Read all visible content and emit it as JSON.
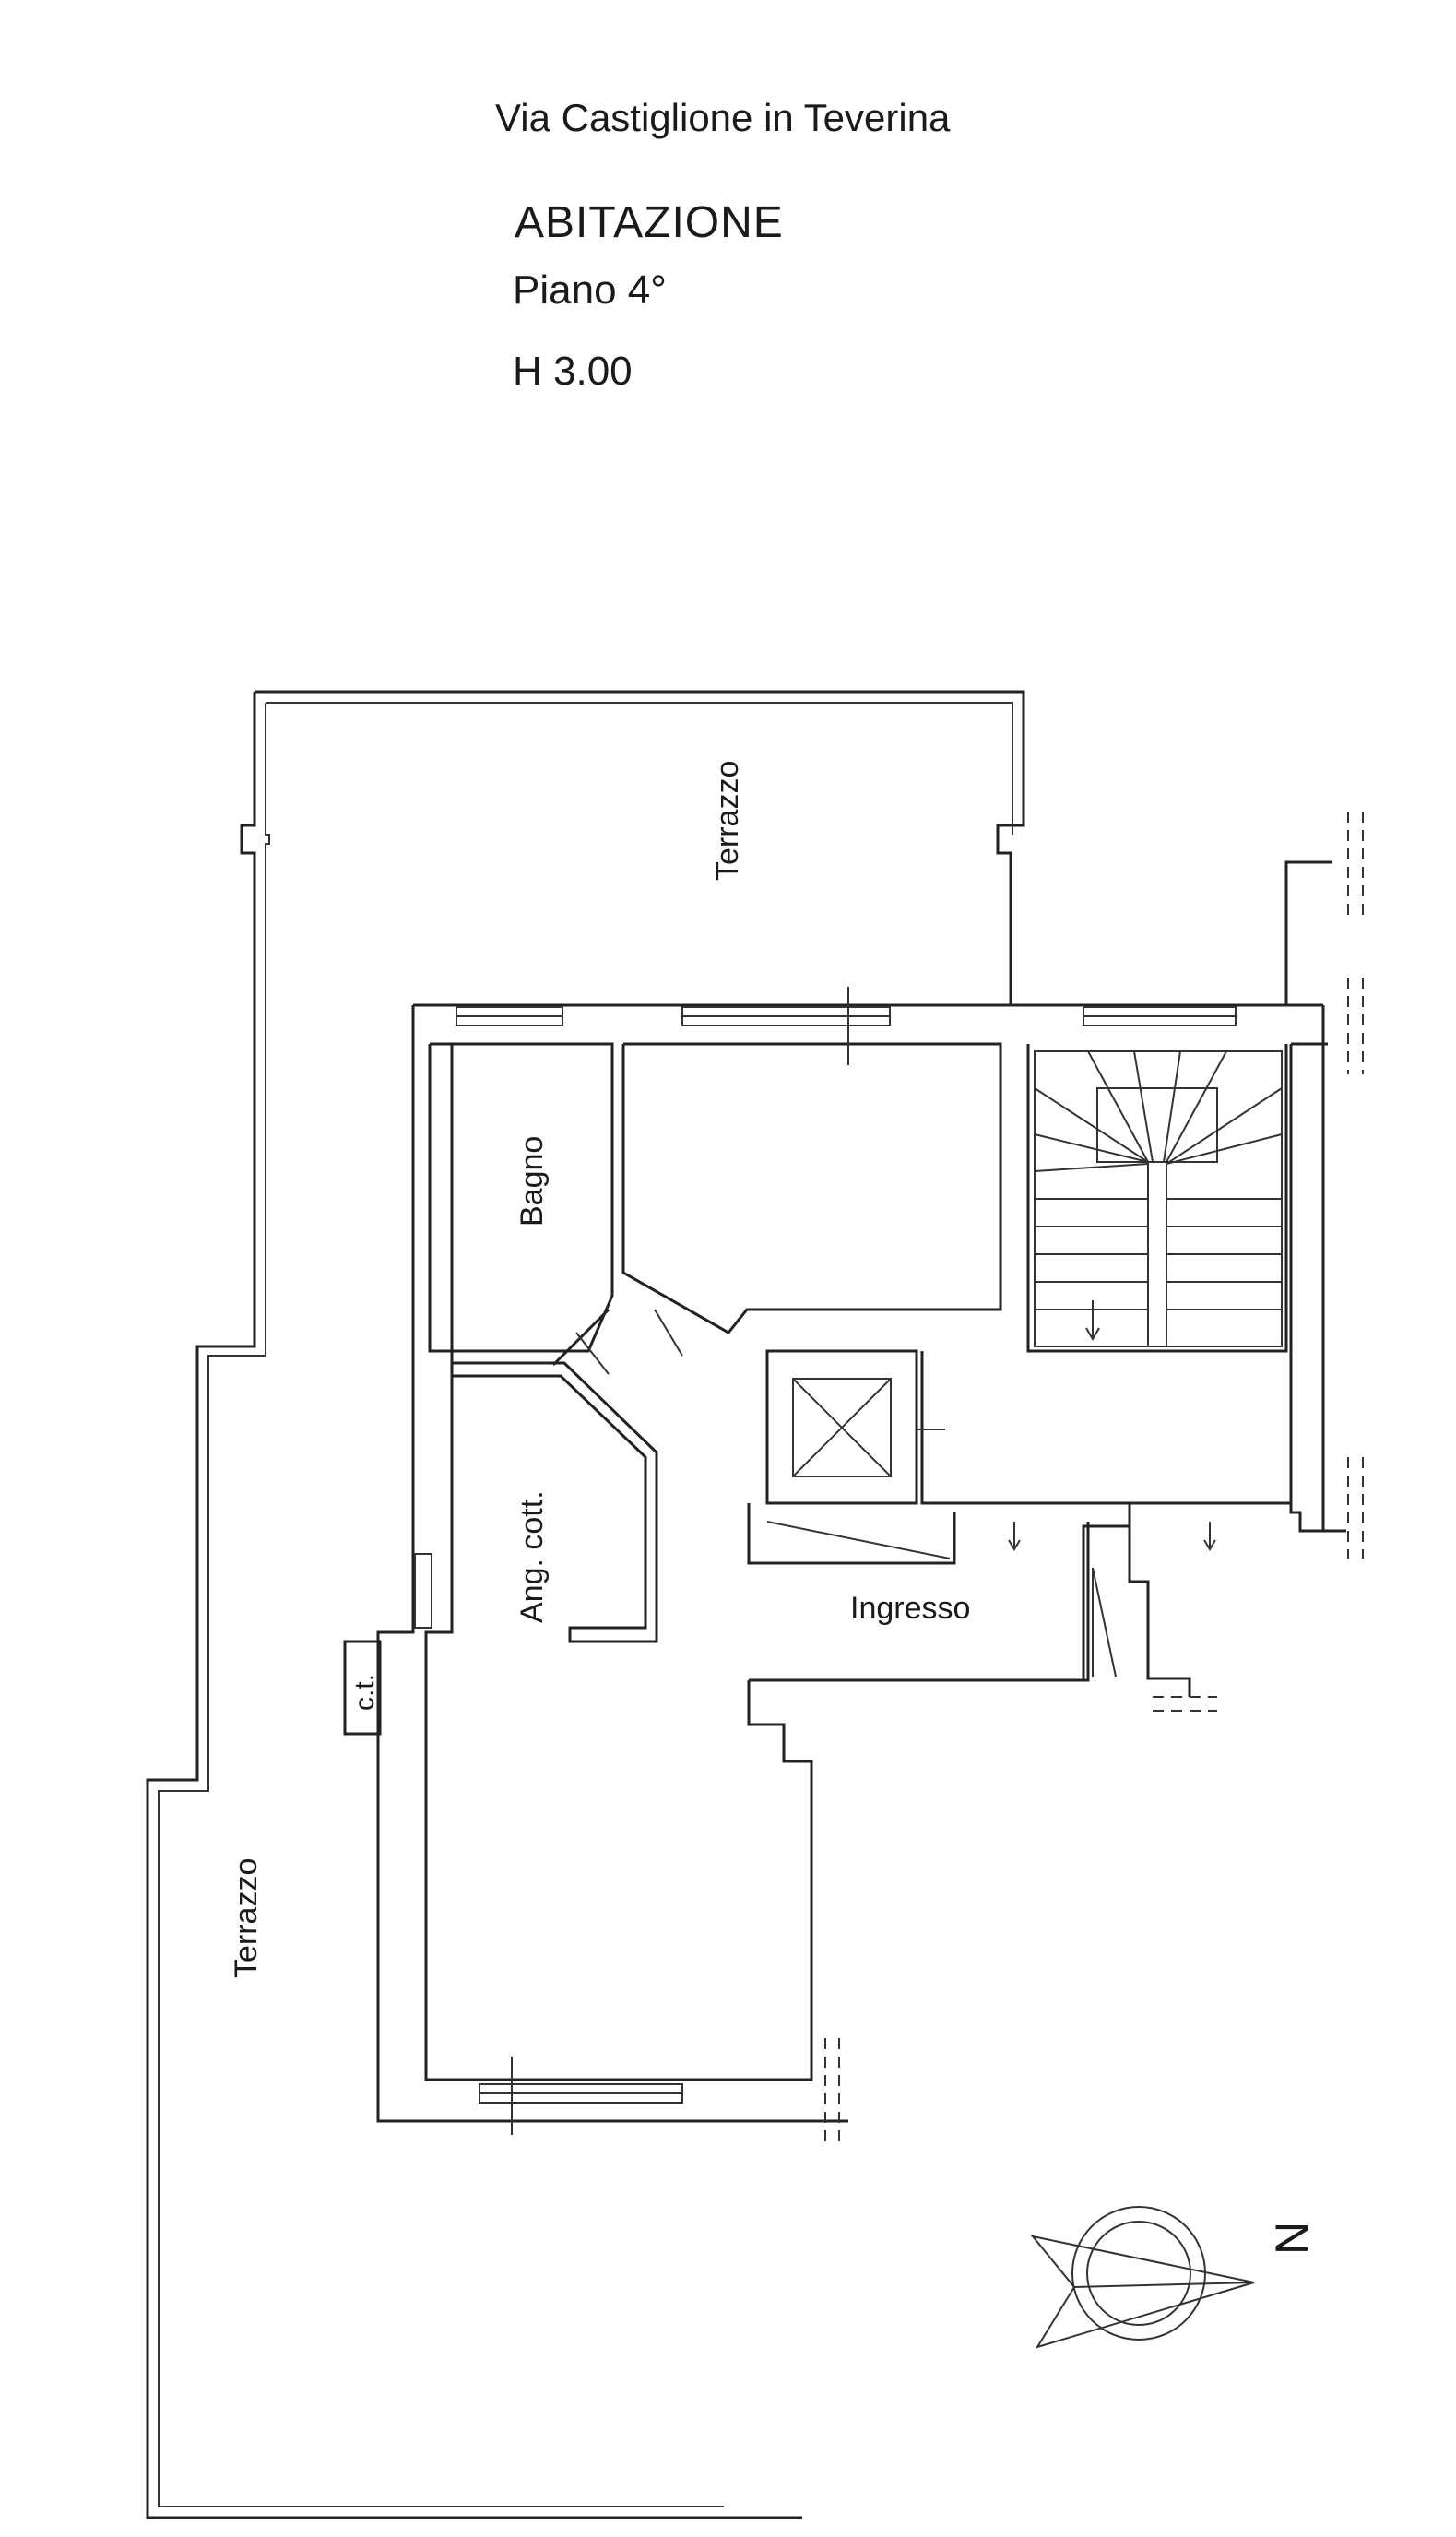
{
  "header": {
    "address": "Via Castiglione in Teverina",
    "title": "ABITAZIONE",
    "floor": "Piano 4°",
    "height": "H 3.00"
  },
  "rooms": {
    "terrace_top": "Terrazzo",
    "terrace_left": "Terrazzo",
    "bathroom": "Bagno",
    "kitchenette": "Ang. cott.",
    "entrance": "Ingresso",
    "boiler": "c.t."
  },
  "compass": {
    "north_label": "N"
  }
}
